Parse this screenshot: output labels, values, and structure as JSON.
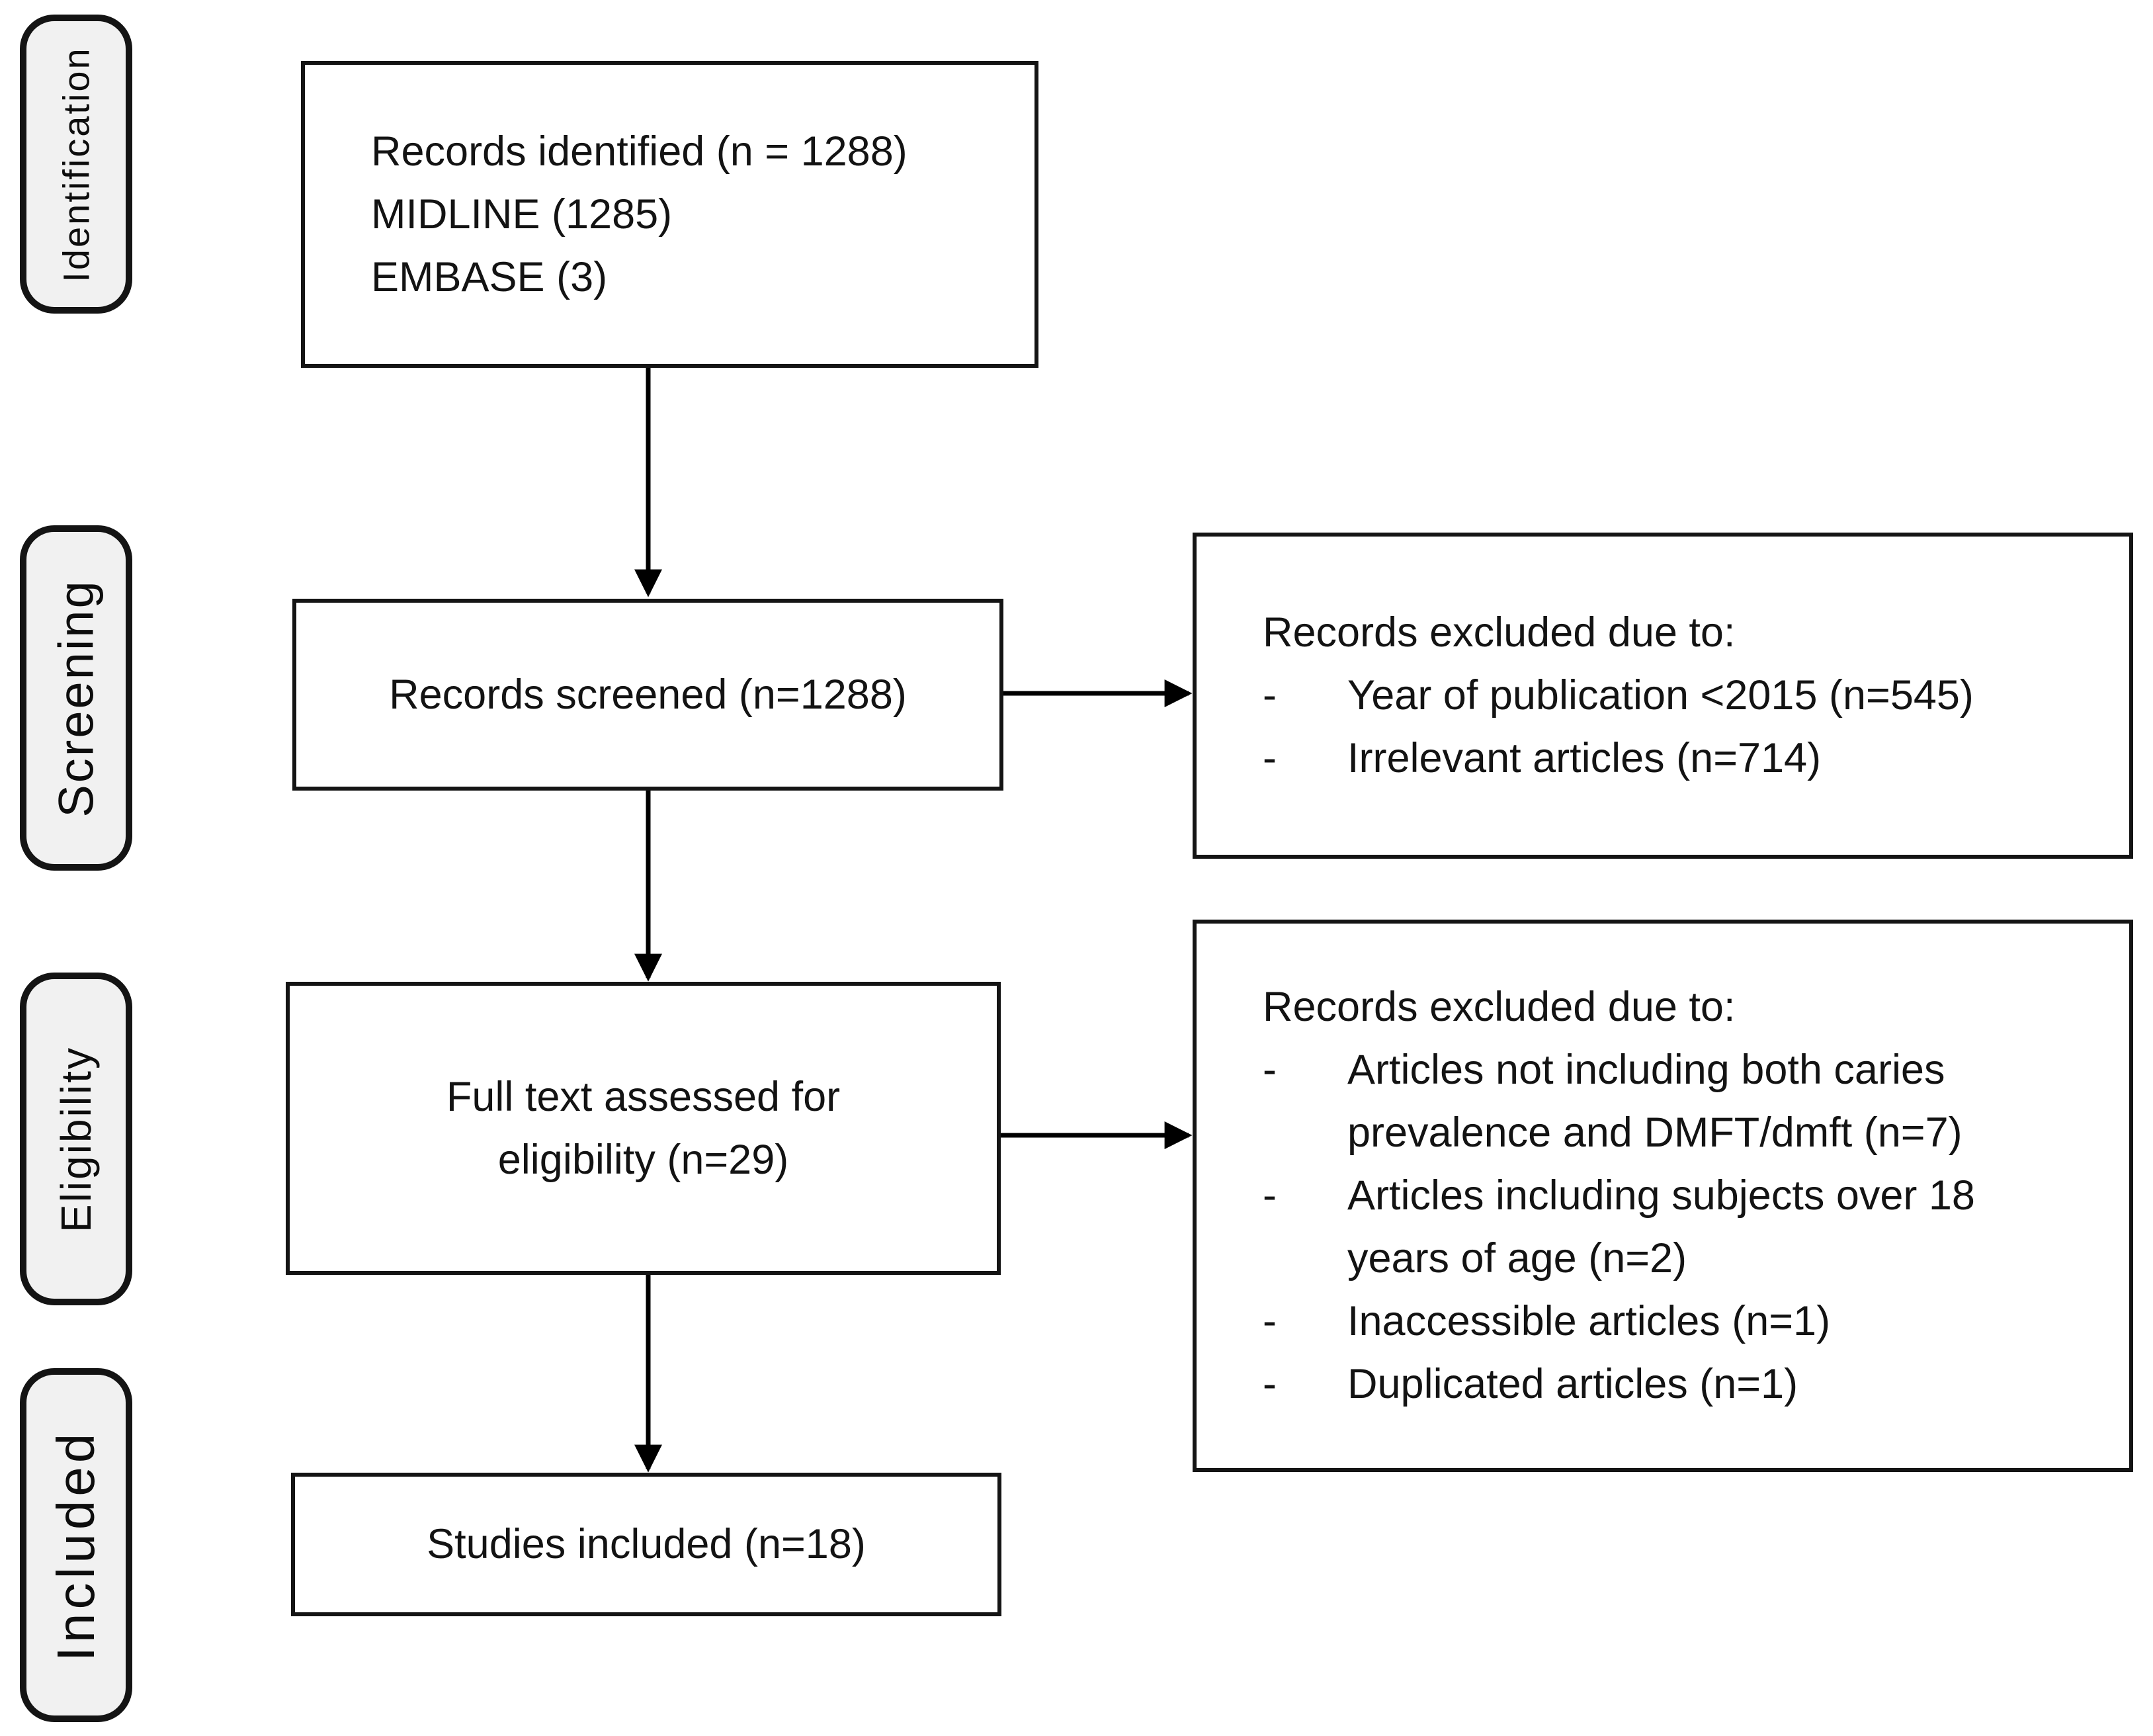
{
  "colors": {
    "border": "#141414",
    "label_fill": "#f1f1f1",
    "box_fill": "#ffffff",
    "arrow": "#000000",
    "text": "#131313",
    "background": "#ffffff"
  },
  "stages": [
    {
      "label": "Identification"
    },
    {
      "label": "Screening"
    },
    {
      "label": "Eligibility"
    },
    {
      "label": "Included"
    }
  ],
  "flow_boxes": [
    {
      "lines": [
        "Records identified (n = 1288)",
        "MIDLINE (1285)",
        "EMBASE (3)"
      ]
    },
    {
      "lines": [
        "Records screened (n=1288)"
      ]
    },
    {
      "lines": [
        "Full text assessed for",
        "eligibility (n=29)"
      ]
    },
    {
      "lines": [
        "Studies included (n=18)"
      ]
    }
  ],
  "exclusion_boxes": [
    {
      "heading": "Records excluded due to:",
      "bullet": "-",
      "items": [
        "Year of publication <2015 (n=545)",
        "Irrelevant articles (n=714)"
      ]
    },
    {
      "heading": "Records excluded due to:",
      "bullet": "-",
      "items": [
        "Articles not including both caries\nprevalence and DMFT/dmft (n=7)",
        "Articles including subjects over 18\nyears of age (n=2)",
        "Inaccessible articles (n=1)",
        "Duplicated articles (n=1)"
      ]
    }
  ]
}
